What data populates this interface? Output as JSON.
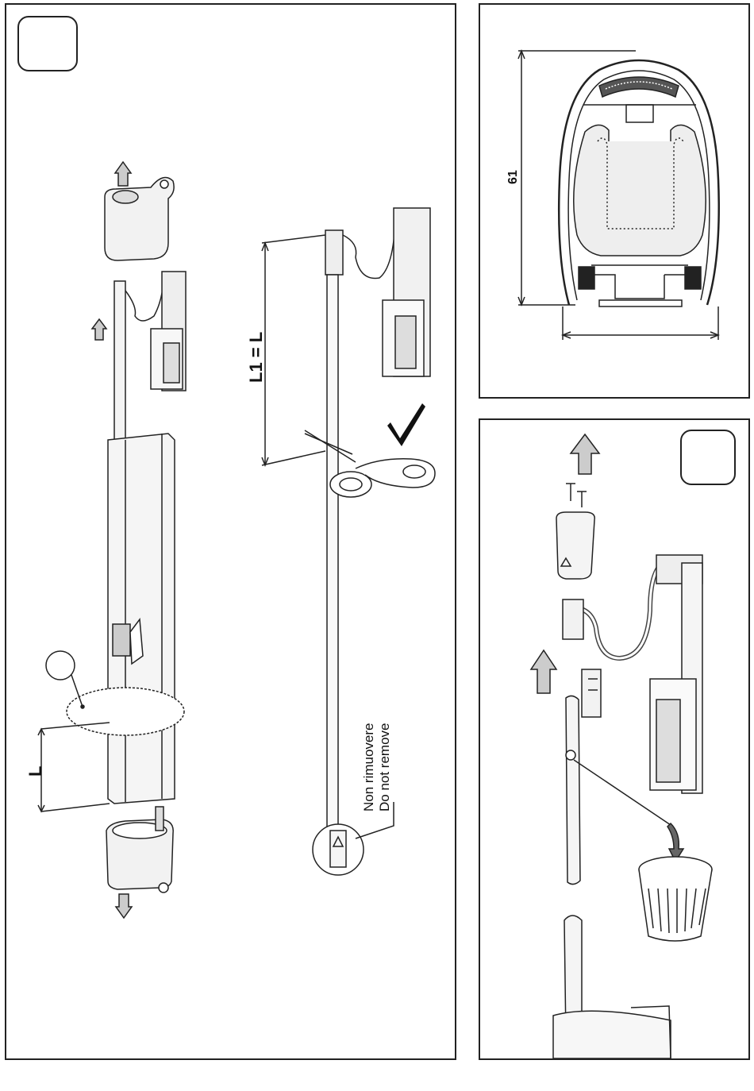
{
  "panel_main": {
    "label_L": "L",
    "label_L1": "L1 = L",
    "note_it": "Non rimuovere",
    "note_en": "Do not remove",
    "check_icon": "check-mark-icon",
    "step_number": ""
  },
  "panel_section": {
    "dimension_height": "61"
  },
  "panel_step2": {
    "step_number": ""
  }
}
